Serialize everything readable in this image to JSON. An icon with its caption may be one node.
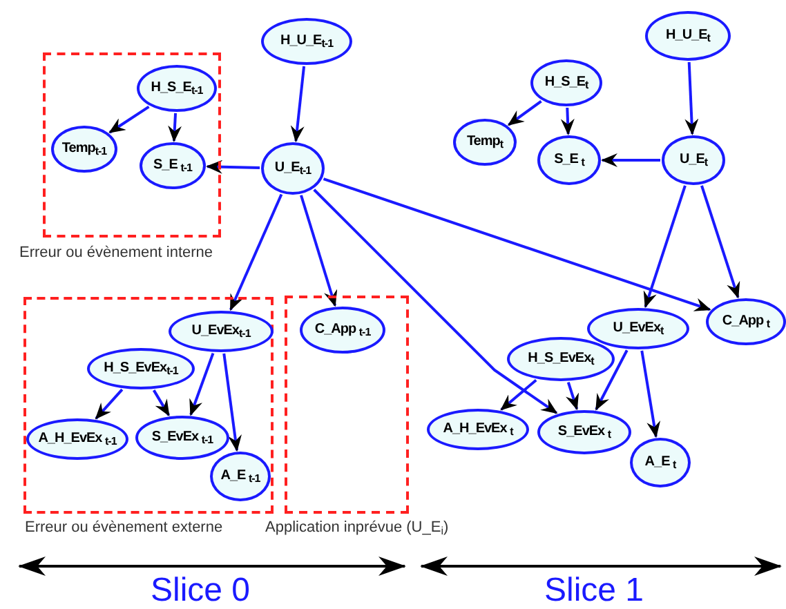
{
  "diagram": {
    "nodes": [
      {
        "text": [
          "Erreur ou évènement interne"
        ]
      },
      {
        "text": [
          "H_S_E$_{t-1}$"
        ],
        "in": 0
      },
      {
        "text": [
          "Temp$_{t-1}$"
        ],
        "in": 0
      },
      {
        "text": [
          "S_E $_{t-1}$"
        ],
        "in": 0
      },
      {
        "text": [
          "H_U_E$_{t-1}$"
        ]
      },
      {
        "text": [
          "U_E$_{t-1}$"
        ]
      },
      {
        "text": [
          "H_U_E$_{t}$"
        ]
      },
      {
        "text": [
          "H_S_E$_{t}$"
        ]
      },
      {
        "text": [
          "Temp$_{t}$"
        ]
      },
      {
        "text": [
          "S_E $_{t}$"
        ]
      },
      {
        "text": [
          "U_E$_{t}$"
        ]
      },
      {
        "text": [
          "Erreur ou évènement externe"
        ]
      },
      {
        "text": [
          "U_EvEx$_{t-1}$"
        ],
        "in": 11
      },
      {
        "text": [
          "H_S_EvEx$_{t-1}$"
        ],
        "in": 11
      },
      {
        "text": [
          "A_H_EvEx $_{t-1}$"
        ],
        "in": 11
      },
      {
        "text": [
          "S_EvEx $_{t-1}$"
        ],
        "in": 11
      },
      {
        "text": [
          "A_E $_{t-1}$"
        ],
        "in": 11
      },
      {
        "text": [
          "Application inprévue (U_E$_{i}$)"
        ]
      },
      {
        "text": [
          "C_App $_{t-1}$"
        ],
        "in": 17
      },
      {
        "text": [
          "U_EvEx$_{t}$"
        ]
      },
      {
        "text": [
          "C_App $_{t}$"
        ]
      },
      {
        "text": [
          "H_S_EvEx$_{t}$"
        ]
      },
      {
        "text": [
          "A_H_EvEx $_{t}$"
        ]
      },
      {
        "text": [
          "S_EvEx $_{t}$"
        ]
      },
      {
        "text": [
          "A_E $_{t}$"
        ]
      }
    ],
    "edges": [
      {
        "from": 4,
        "to": 5,
        "arrow": "to"
      },
      {
        "from": 1,
        "to": 2,
        "arrow": "to"
      },
      {
        "from": 1,
        "to": 3,
        "arrow": "to"
      },
      {
        "from": 5,
        "to": 3,
        "arrow": "to"
      },
      {
        "from": 5,
        "to": 12,
        "arrow": "to"
      },
      {
        "from": 5,
        "to": 18,
        "arrow": "to"
      },
      {
        "from": 5,
        "to": 23,
        "arrow": "to"
      },
      {
        "from": 5,
        "to": 20,
        "arrow": "to"
      },
      {
        "from": 12,
        "to": 15,
        "arrow": "to"
      },
      {
        "from": 12,
        "to": 16,
        "arrow": "to"
      },
      {
        "from": 13,
        "to": 14,
        "arrow": "to"
      },
      {
        "from": 13,
        "to": 15,
        "arrow": "to"
      },
      {
        "from": 6,
        "to": 10,
        "arrow": "to"
      },
      {
        "from": 7,
        "to": 8,
        "arrow": "to"
      },
      {
        "from": 7,
        "to": 9,
        "arrow": "to"
      },
      {
        "from": 10,
        "to": 9,
        "arrow": "to"
      },
      {
        "from": 10,
        "to": 19,
        "arrow": "to"
      },
      {
        "from": 10,
        "to": 20,
        "arrow": "to"
      },
      {
        "from": 19,
        "to": 23,
        "arrow": "to"
      },
      {
        "from": 19,
        "to": 24,
        "arrow": "to"
      },
      {
        "from": 21,
        "to": 22,
        "arrow": "to"
      },
      {
        "from": 21,
        "to": 23,
        "arrow": "to"
      }
    ],
    "labels": [
      "Slice 0",
      "Slice 1"
    ]
  }
}
